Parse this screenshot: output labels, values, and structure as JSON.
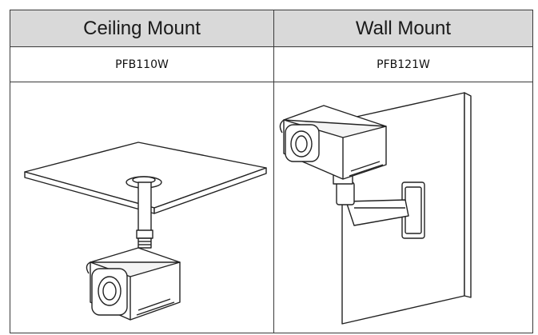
{
  "table": {
    "columns": [
      {
        "header": "Ceiling Mount",
        "model": "PFB110W",
        "illustration": "ceiling-mount-camera-illustration"
      },
      {
        "header": "Wall Mount",
        "model": "PFB121W",
        "illustration": "wall-mount-camera-illustration"
      }
    ]
  },
  "colors": {
    "header_bg": "#d9d9d9",
    "border": "#3a3a3a"
  }
}
